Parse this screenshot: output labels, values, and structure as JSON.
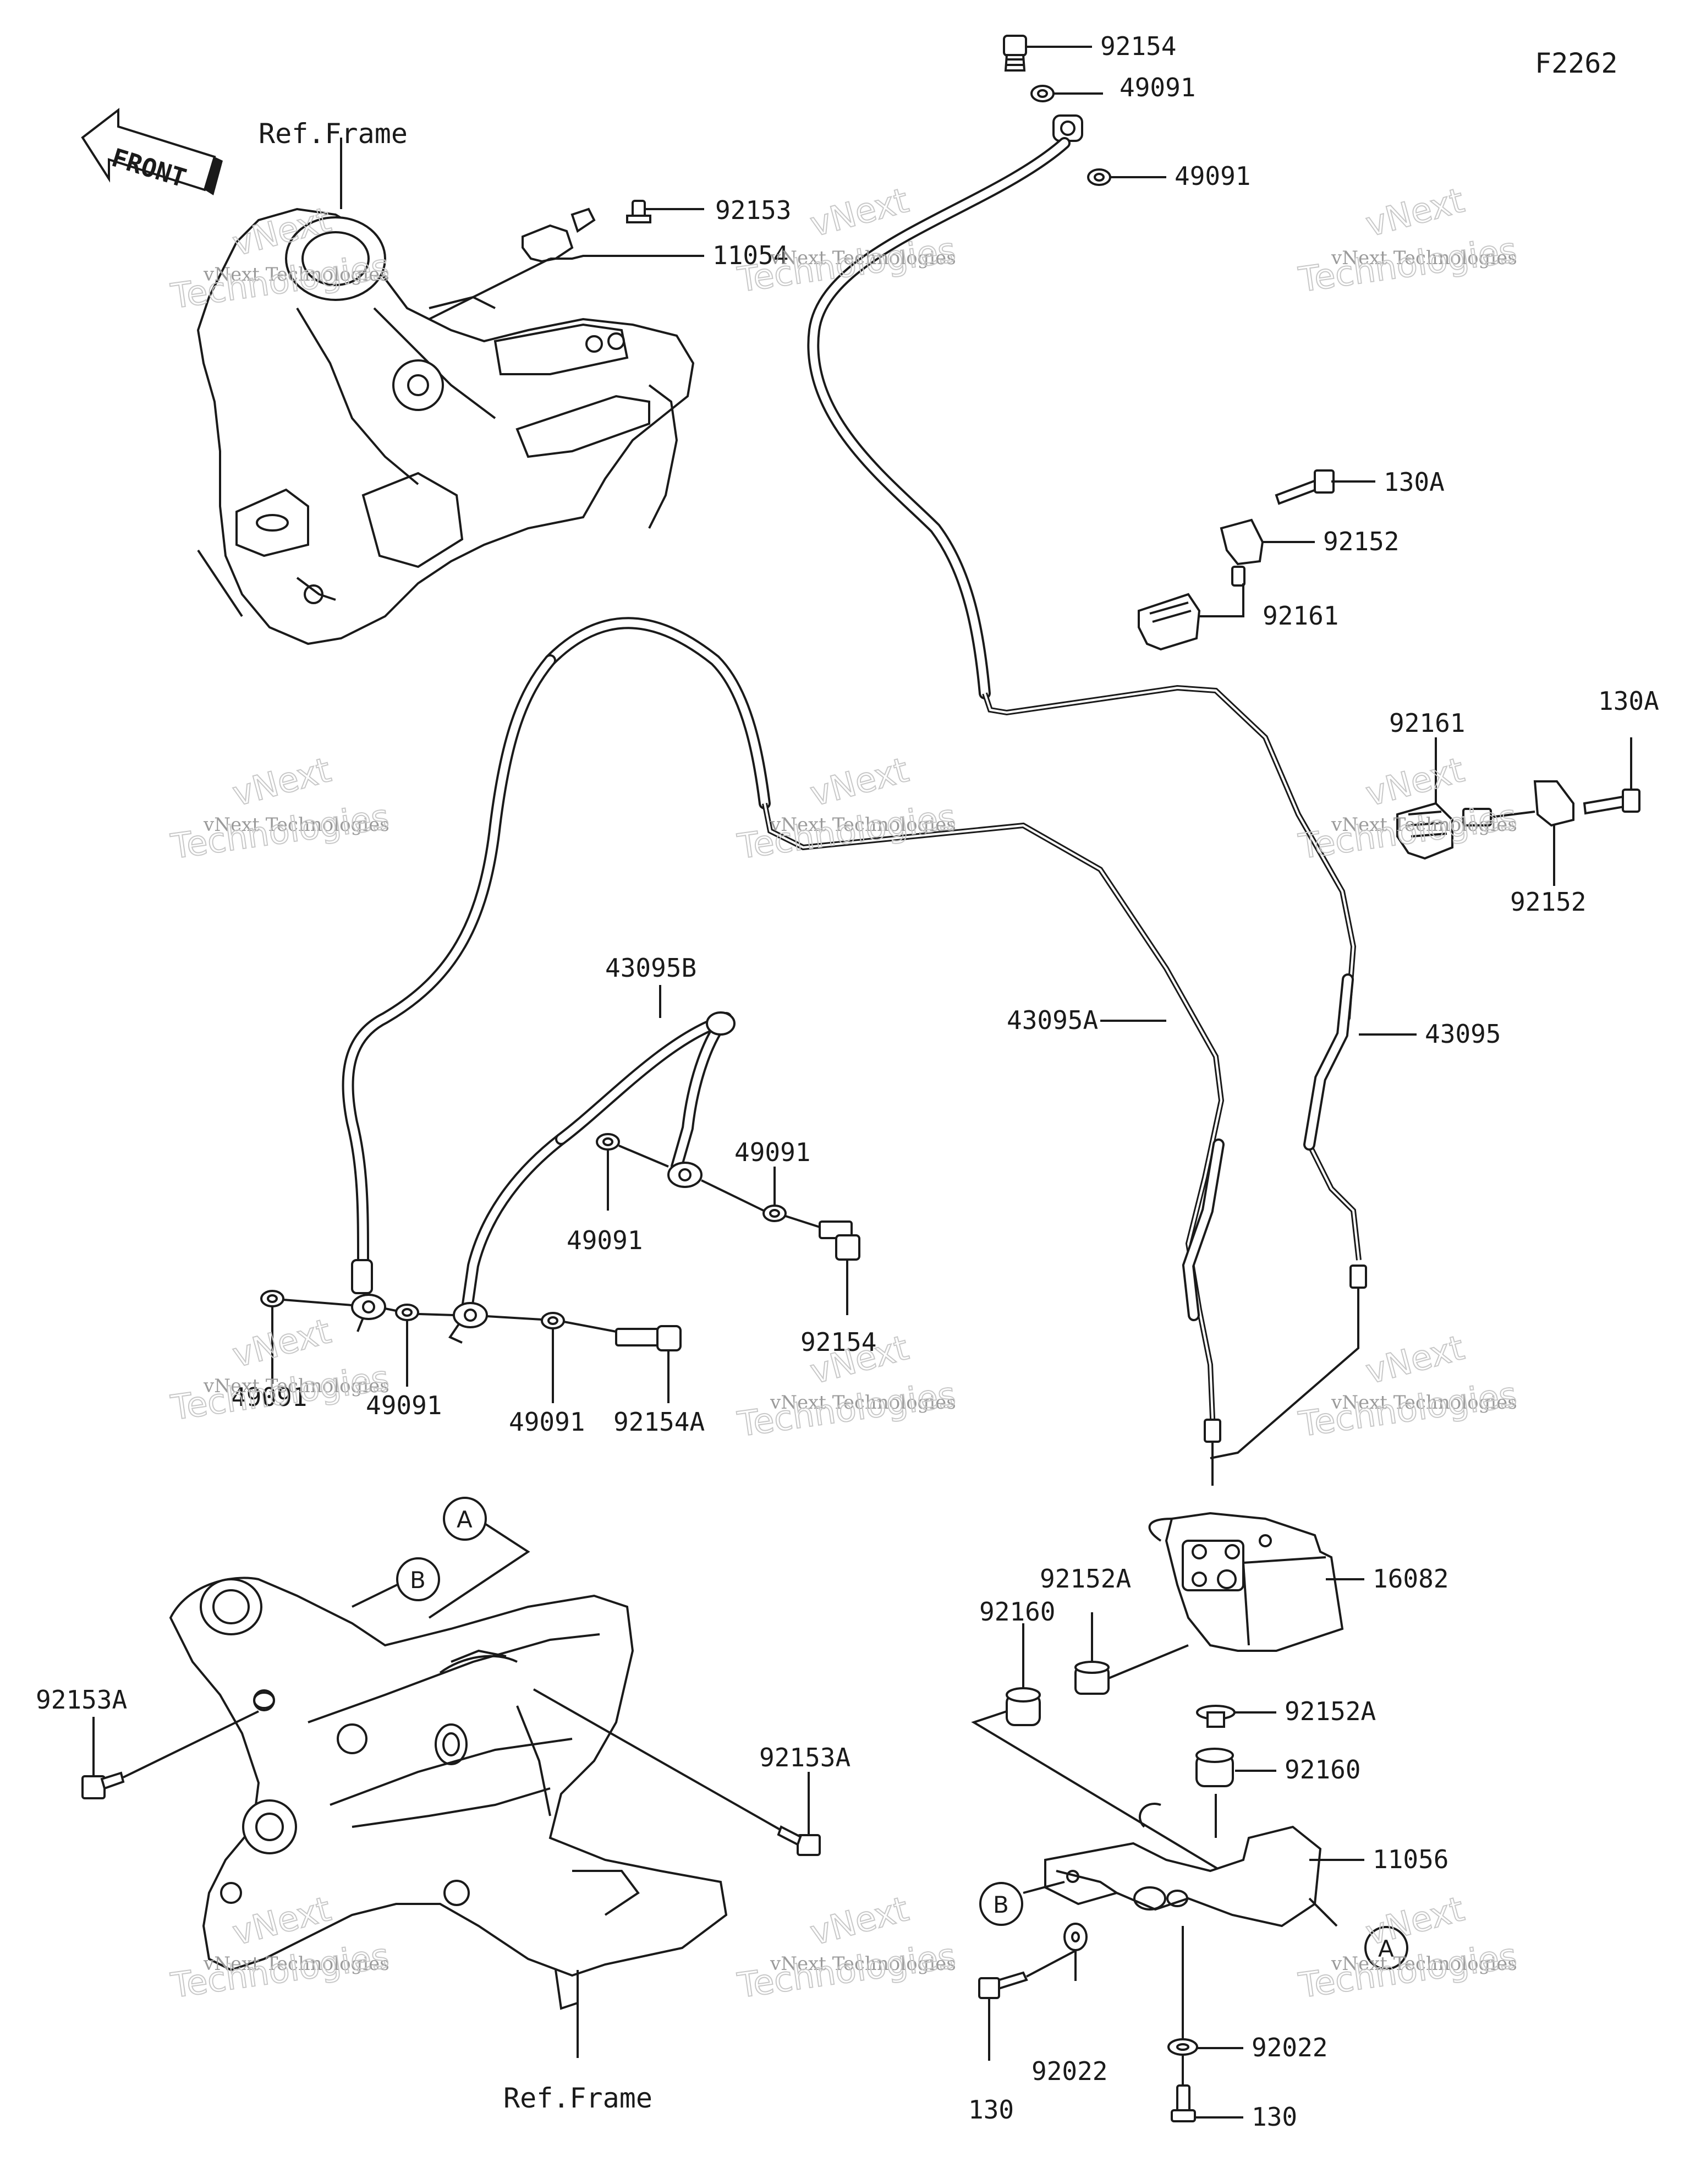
{
  "diagram_code": "F2262",
  "front_arrow_label": "FRONT",
  "watermark": {
    "line1": "vNext Technologies",
    "line2": "vNext",
    "line3": "Technologies"
  },
  "callouts": {
    "a": "A",
    "b": "B"
  },
  "labels": {
    "ref_frame_top": "Ref.Frame",
    "ref_frame_bottom": "Ref.Frame",
    "p92153": "92153",
    "p11054": "11054",
    "p92154_top": "92154",
    "p49091_top1": "49091",
    "p49091_top2": "49091",
    "p130A_1": "130A",
    "p92152_1": "92152",
    "p92161_1": "92161",
    "p92161_2": "92161",
    "p130A_2": "130A",
    "p92152_2": "92152",
    "p43095A": "43095A",
    "p43095": "43095",
    "p43095B": "43095B",
    "p49091_mid1": "49091",
    "p49091_mid2": "49091",
    "p92154_mid": "92154",
    "p49091_low1": "49091",
    "p49091_low2": "49091",
    "p49091_low3": "49091",
    "p92154A": "92154A",
    "p16082": "16082",
    "p92152A_1": "92152A",
    "p92160_1": "92160",
    "p92152A_2": "92152A",
    "p92160_2": "92160",
    "p11056": "11056",
    "p92153A_1": "92153A",
    "p92153A_2": "92153A",
    "p92022_1": "92022",
    "p92022_2": "92022",
    "p130_1": "130",
    "p130_2": "130"
  }
}
